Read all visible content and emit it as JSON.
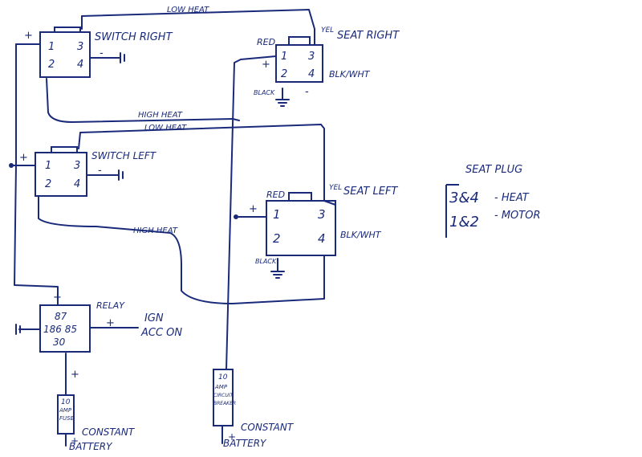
{
  "labels": {
    "low_heat_top": "LOW HEAT",
    "switch_right": "SWITCH RIGHT",
    "switch_left": "SWITCH LEFT",
    "high_heat_mid": "HIGH HEAT",
    "low_heat_mid": "LOW HEAT",
    "high_heat_left": "HIGH HEAT",
    "seat_right": "SEAT RIGHT",
    "seat_left": "SEAT LEFT",
    "red": "RED",
    "yel": "YEL",
    "blk_wht": "BLK/WHT",
    "black": "BLACK",
    "relay": "RELAY",
    "ign": "IGN",
    "acc_on": "ACC ON",
    "plus": "+",
    "minus": "-",
    "constant": "CONSTANT",
    "battery": "BATTERY",
    "fuse_amp": "10",
    "fuse_a": "AMP",
    "fuse_b": "FUSE",
    "breaker_amp": "10",
    "breaker_a": "AMP",
    "breaker_b": "CIRCUIT",
    "breaker_c": "BREAKER"
  },
  "switch_pins": [
    "1",
    "3",
    "2",
    "4"
  ],
  "seat_pins": [
    "1",
    "3",
    "2",
    "4"
  ],
  "relay_pins": [
    "87",
    "186 85",
    "30"
  ],
  "seat_plug": {
    "title": "SEAT PLUG",
    "row1_pins": "3&4",
    "row1_desc": "- HEAT",
    "row2_pins": "1&2",
    "row2_desc": "- MOTOR"
  }
}
